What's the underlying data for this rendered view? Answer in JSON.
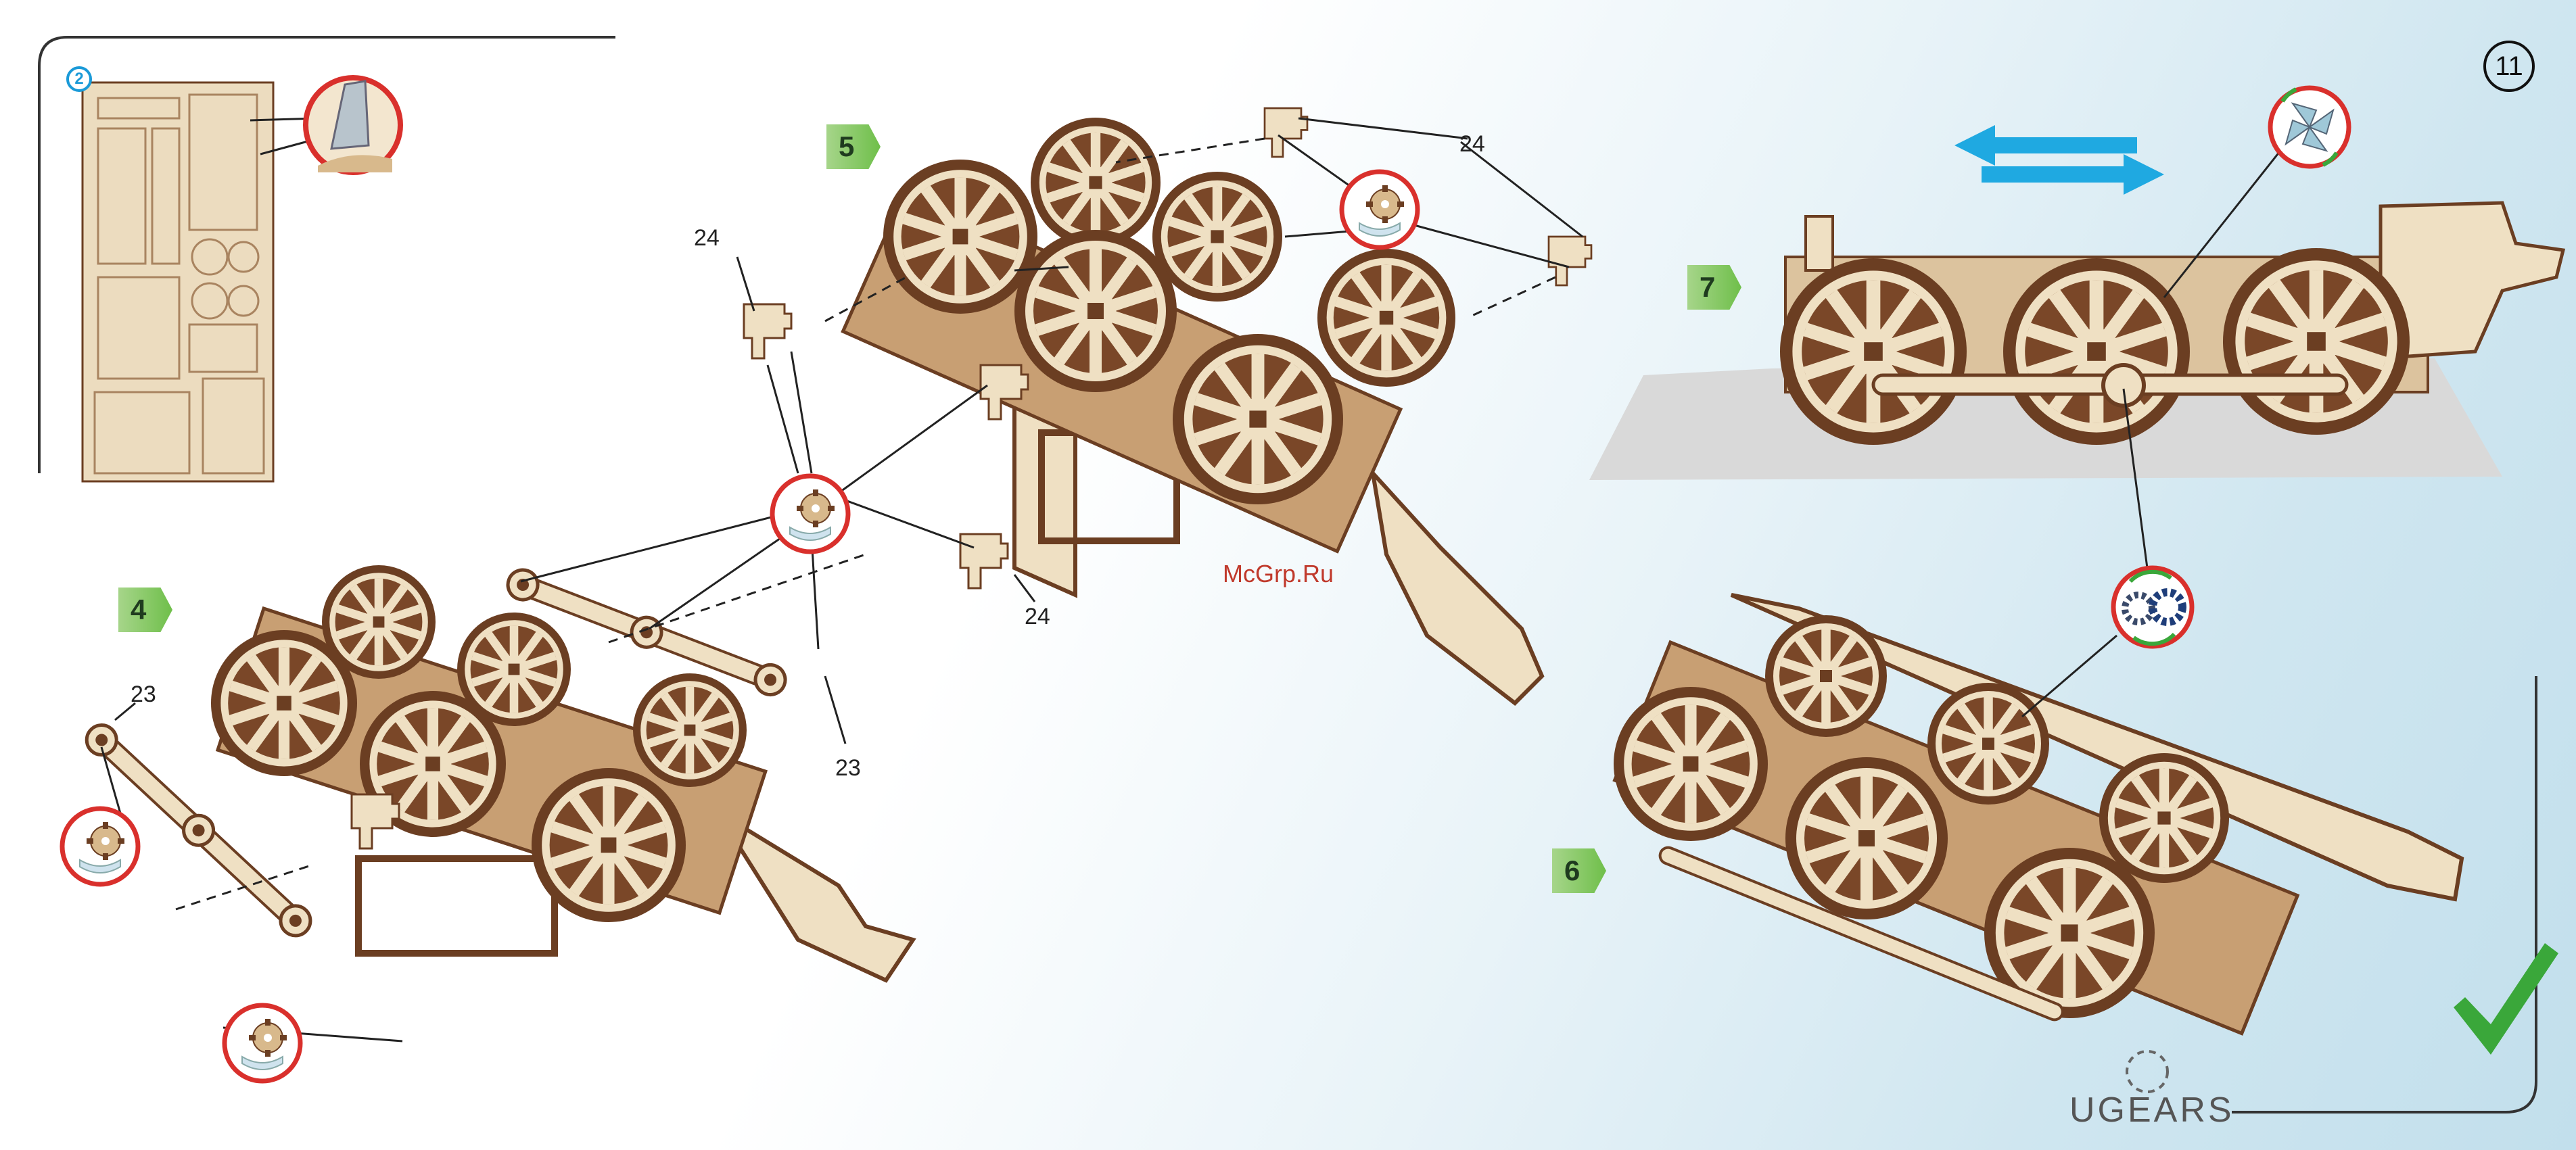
{
  "page": {
    "number": "11"
  },
  "sheet": {
    "number": "2"
  },
  "steps": {
    "s4": "4",
    "s5": "5",
    "s6": "6",
    "s7": "7"
  },
  "parts": {
    "p23": "23",
    "p24": "24"
  },
  "watermark": "McGrp.Ru",
  "brand": "UGEARS",
  "colors": {
    "wood_light": "#efe0c3",
    "wood_dark": "#6b3e22",
    "callout_red": "#d9302c",
    "step_green": "#6fbf4a",
    "arrow_blue": "#1fa9e1",
    "check_green": "#3aa73a"
  },
  "icons": [
    "glue-gear-icon",
    "pinwheel-icon",
    "gears-rotate-icon",
    "cutter-blade-icon",
    "checkmark-icon"
  ]
}
